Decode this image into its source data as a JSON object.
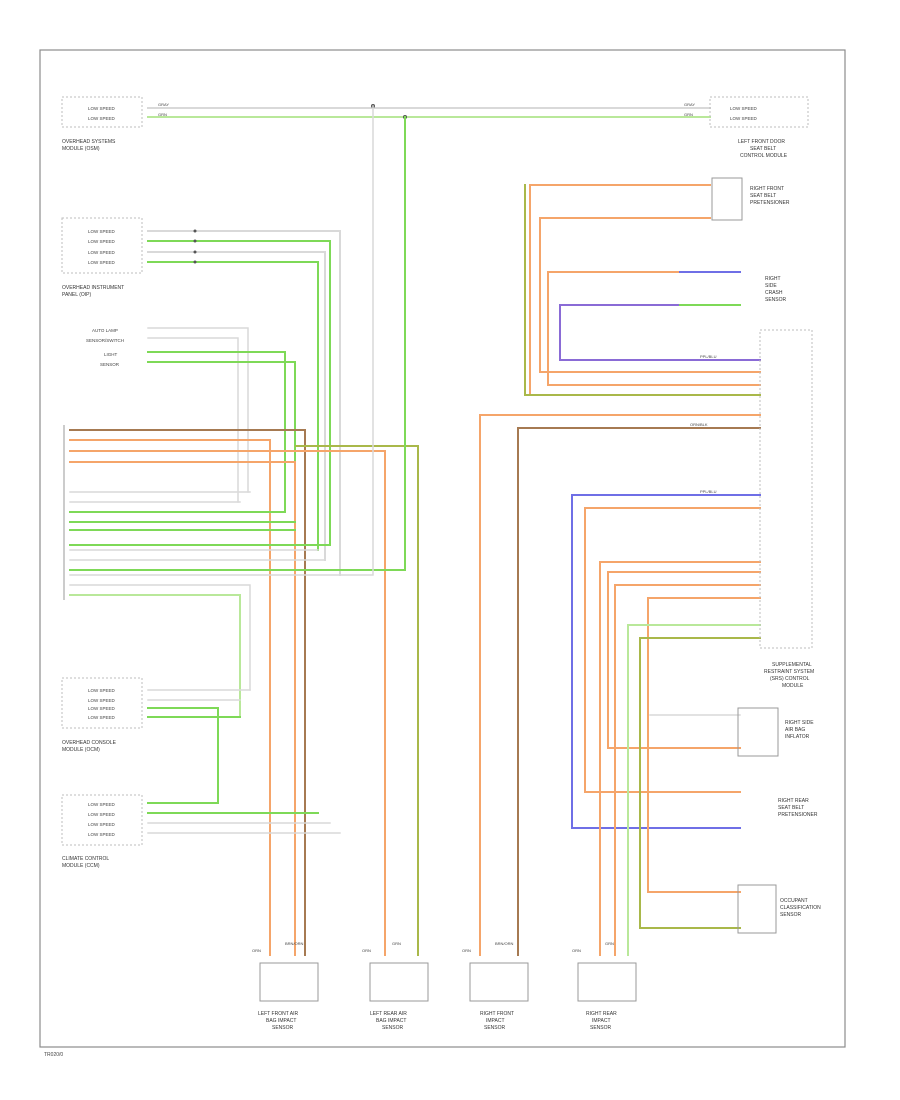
{
  "diagram": {
    "footer_code": "TR020/0",
    "colors": {
      "orange": "#f5a56a",
      "green": "#7ed957",
      "light_green": "#b9e89a",
      "purple": "#8a6bd6",
      "blue": "#6f6fe6",
      "gray": "#d9d9d9",
      "brown": "#a67a52",
      "olive": "#a9b84a"
    },
    "components": [
      {
        "id": "left-top-module",
        "caption": [
          "OVERHEAD SYSTEMS",
          "MODULE (OSM)"
        ],
        "pins": [
          "LOW SPEED",
          "LOW SPEED"
        ]
      },
      {
        "id": "left-instrument",
        "caption": [
          "OVERHEAD INSTRUMENT",
          "PANEL (OIP)"
        ],
        "pins": [
          "LOW SPEED",
          "LOW SPEED",
          "LOW SPEED",
          "LOW SPEED"
        ]
      },
      {
        "id": "left-auto-lamp",
        "labels": [
          "AUTO LAMP",
          "SENSOR/SWITCH",
          "LIGHT",
          "SENSOR"
        ]
      },
      {
        "id": "left-lower-1",
        "caption": [
          "OVERHEAD CONSOLE",
          "MODULE (OCM)"
        ],
        "pins": [
          "LOW SPEED",
          "LOW SPEED",
          "LOW SPEED",
          "LOW SPEED"
        ]
      },
      {
        "id": "left-lower-2",
        "caption": [
          "CLIMATE CONTROL",
          "MODULE (CCM)"
        ],
        "pins": [
          "LOW SPEED",
          "LOW SPEED",
          "LOW SPEED",
          "LOW SPEED"
        ]
      },
      {
        "id": "right-top-module",
        "caption": [
          "LEFT FRONT DOOR",
          "SEAT BELT",
          "CONTROL MODULE"
        ],
        "pins": [
          "LOW SPEED",
          "LOW SPEED"
        ]
      },
      {
        "id": "right-seat-belt",
        "caption": [
          "RIGHT FRONT",
          "SEAT BELT",
          "PRETENSIONER"
        ]
      },
      {
        "id": "right-sensor",
        "caption": [
          "RIGHT",
          "SIDE",
          "CRASH",
          "SENSOR"
        ]
      },
      {
        "id": "right-main-module",
        "caption": [
          "SUPPLEMENTAL",
          "RESTRAINT SYSTEM",
          "(SRS) CONTROL",
          "MODULE"
        ]
      },
      {
        "id": "right-inflator",
        "caption": [
          "RIGHT SIDE",
          "AIR BAG",
          "INFLATOR"
        ]
      },
      {
        "id": "right-rear-belt",
        "caption": [
          "RIGHT REAR",
          "SEAT BELT",
          "PRETENSIONER"
        ]
      },
      {
        "id": "right-occupant",
        "caption": [
          "OCCUPANT",
          "CLASSIFICATION",
          "SENSOR"
        ]
      },
      {
        "id": "bottom-sensor-1",
        "caption": [
          "LEFT FRONT AIR",
          "BAG IMPACT",
          "SENSOR"
        ]
      },
      {
        "id": "bottom-sensor-2",
        "caption": [
          "LEFT REAR AIR",
          "BAG IMPACT",
          "SENSOR"
        ]
      },
      {
        "id": "bottom-sensor-3",
        "caption": [
          "RIGHT FRONT",
          "IMPACT",
          "SENSOR"
        ]
      },
      {
        "id": "bottom-sensor-4",
        "caption": [
          "RIGHT REAR",
          "IMPACT",
          "SENSOR"
        ]
      }
    ],
    "wire_labels": {
      "gray": "GRAY",
      "green": "GRN",
      "orange": "ORN",
      "orange_black": "ORN/BLK",
      "purple_blue": "PPL/BLU",
      "brown_orange": "BRN/ORN"
    }
  }
}
